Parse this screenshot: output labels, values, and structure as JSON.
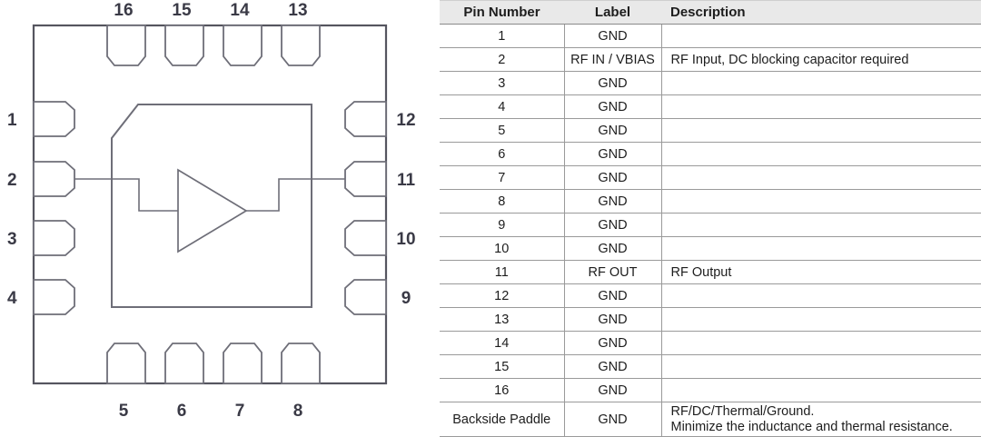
{
  "package": {
    "type": "QFN-16",
    "pin_labels_top": [
      "16",
      "15",
      "14",
      "13"
    ],
    "pin_labels_left": [
      "1",
      "2",
      "3",
      "4"
    ],
    "pin_labels_right": [
      "12",
      "11",
      "10",
      "9"
    ],
    "pin_labels_bottom": [
      "5",
      "6",
      "7",
      "8"
    ],
    "symbol": "amplifier-triangle",
    "input_pin": "2",
    "output_pin": "11",
    "line_color": "#6e6e78",
    "outline_color": "#55555f"
  },
  "table": {
    "headers": {
      "pin_number": "Pin Number",
      "label": "Label",
      "description": "Description"
    },
    "rows": [
      {
        "pin": "1",
        "label": "GND",
        "desc": ""
      },
      {
        "pin": "2",
        "label": "RF IN / VBIAS",
        "desc": "RF Input, DC blocking capacitor required"
      },
      {
        "pin": "3",
        "label": "GND",
        "desc": ""
      },
      {
        "pin": "4",
        "label": "GND",
        "desc": ""
      },
      {
        "pin": "5",
        "label": "GND",
        "desc": ""
      },
      {
        "pin": "6",
        "label": "GND",
        "desc": ""
      },
      {
        "pin": "7",
        "label": "GND",
        "desc": ""
      },
      {
        "pin": "8",
        "label": "GND",
        "desc": ""
      },
      {
        "pin": "9",
        "label": "GND",
        "desc": ""
      },
      {
        "pin": "10",
        "label": "GND",
        "desc": ""
      },
      {
        "pin": "11",
        "label": "RF OUT",
        "desc": "RF Output"
      },
      {
        "pin": "12",
        "label": "GND",
        "desc": ""
      },
      {
        "pin": "13",
        "label": "GND",
        "desc": ""
      },
      {
        "pin": "14",
        "label": "GND",
        "desc": ""
      },
      {
        "pin": "15",
        "label": "GND",
        "desc": ""
      },
      {
        "pin": "16",
        "label": "GND",
        "desc": ""
      }
    ],
    "last_row": {
      "pin": "Backside Paddle",
      "label": "GND",
      "desc_line1": "RF/DC/Thermal/Ground.",
      "desc_line2": "Minimize the inductance and thermal resistance."
    }
  }
}
